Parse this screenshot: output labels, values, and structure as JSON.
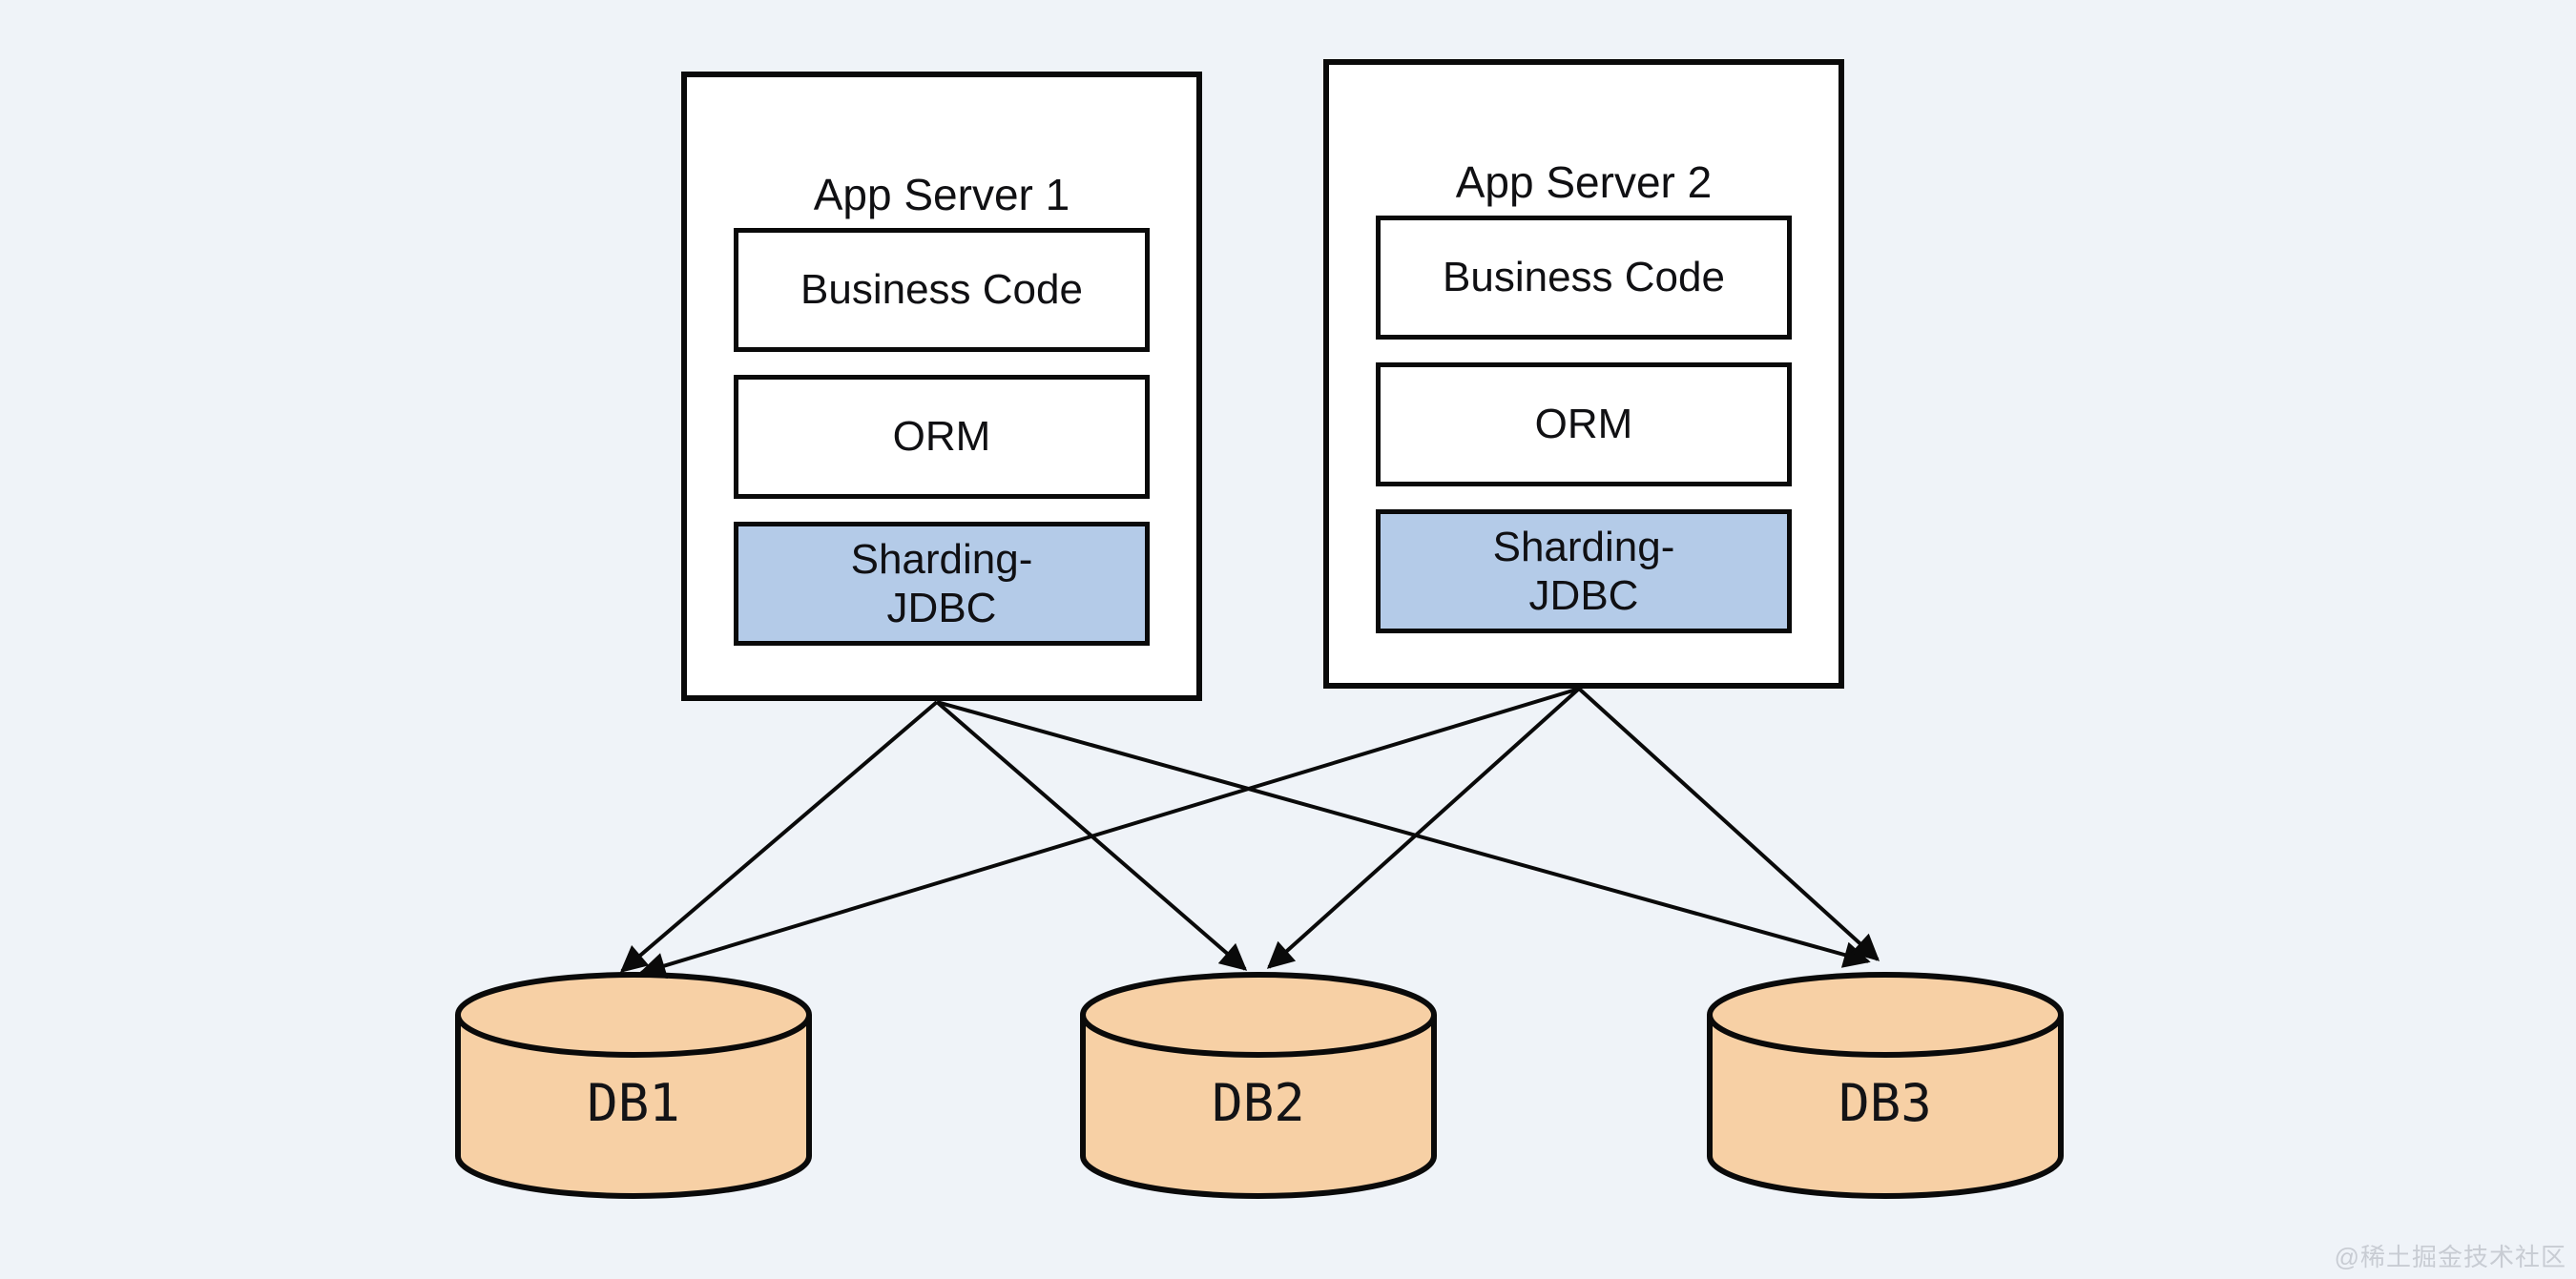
{
  "app_servers": [
    {
      "title": "App Server 1",
      "layers": [
        {
          "label": "Business Code",
          "highlighted": false
        },
        {
          "label": "ORM",
          "highlighted": false
        },
        {
          "label": "Sharding-\nJDBC",
          "highlighted": true
        }
      ]
    },
    {
      "title": "App Server 2",
      "layers": [
        {
          "label": "Business Code",
          "highlighted": false
        },
        {
          "label": "ORM",
          "highlighted": false
        },
        {
          "label": "Sharding-\nJDBC",
          "highlighted": true
        }
      ]
    }
  ],
  "databases": [
    {
      "label": "DB1"
    },
    {
      "label": "DB2"
    },
    {
      "label": "DB3"
    }
  ],
  "connections": [
    {
      "from": "App Server 1",
      "to": "DB1"
    },
    {
      "from": "App Server 1",
      "to": "DB2"
    },
    {
      "from": "App Server 1",
      "to": "DB3"
    },
    {
      "from": "App Server 2",
      "to": "DB1"
    },
    {
      "from": "App Server 2",
      "to": "DB2"
    },
    {
      "from": "App Server 2",
      "to": "DB3"
    }
  ],
  "watermark": "@稀土掘金技术社区",
  "colors": {
    "background": "#eff3f8",
    "box_fill": "#ffffff",
    "outline": "#0a0a0a",
    "sharding_fill": "#b4cbe8",
    "database_fill": "#f7d0a5",
    "watermark_text": "#c8ccd3"
  }
}
